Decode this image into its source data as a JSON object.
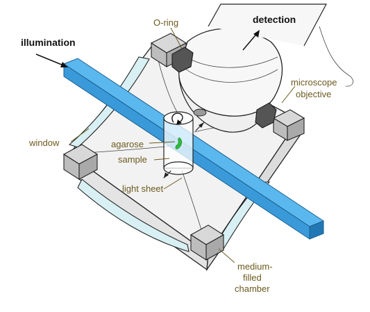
{
  "labels": {
    "illumination": "illumination",
    "detection": "detection",
    "o_ring": "O-ring",
    "microscope": "microscope",
    "objective": "objective",
    "window": "window",
    "agarose": "agarose",
    "sample": "sample",
    "light_sheet": "light sheet",
    "medium": "medium-",
    "filled": "filled",
    "chamber": "chamber"
  },
  "colors": {
    "label_text": "#6b5a1e",
    "bold_text": "#111111",
    "light_sheet": "#3a9ad9",
    "light_sheet_dark": "#2277b5",
    "window_glass": "#d8f0f3",
    "corner_block": "#c9c9c9",
    "chamber_face": "#f2f2f2",
    "sample_highlight": "#2fbf3a"
  }
}
